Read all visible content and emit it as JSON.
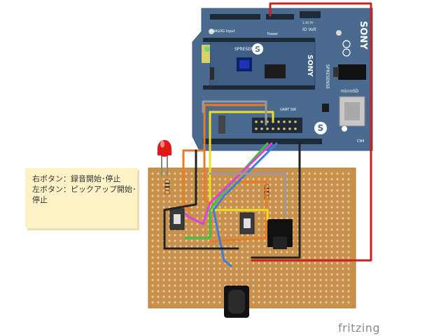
{
  "board": {
    "brand_top": "SONY",
    "brand_side": "SONY",
    "label_analog": "ANALOG Input",
    "label_power": "Power",
    "label_io_volt": "IO Volt",
    "label_io_volt_options": "3.3V  5V",
    "label_spresense_main": "SPRESENSE",
    "label_spresense_side": "SPRESENSE",
    "label_microsd": "microSD",
    "label_uart_sw": "UART SW",
    "label_cn4": "CN4",
    "main_logo_letter": "S",
    "ext_logo_letter": "S"
  },
  "note": {
    "line1": "右ボタン：録音開始･停止",
    "line2": "左ボタン：ピックアップ開始･",
    "line3": "停止"
  },
  "footer": {
    "brand": "fritzing"
  },
  "colors": {
    "board": "#4a6a8f",
    "perfboard": "#c7904c",
    "wire_red": "#cc2020",
    "wire_orange": "#e87b22",
    "wire_yellow": "#f1e020",
    "wire_green": "#3cc43c",
    "wire_magenta": "#e040e0",
    "wire_blue": "#3a7ee0",
    "wire_black": "#222222",
    "wire_gray": "#9a9a9a",
    "led": "#e01818"
  }
}
